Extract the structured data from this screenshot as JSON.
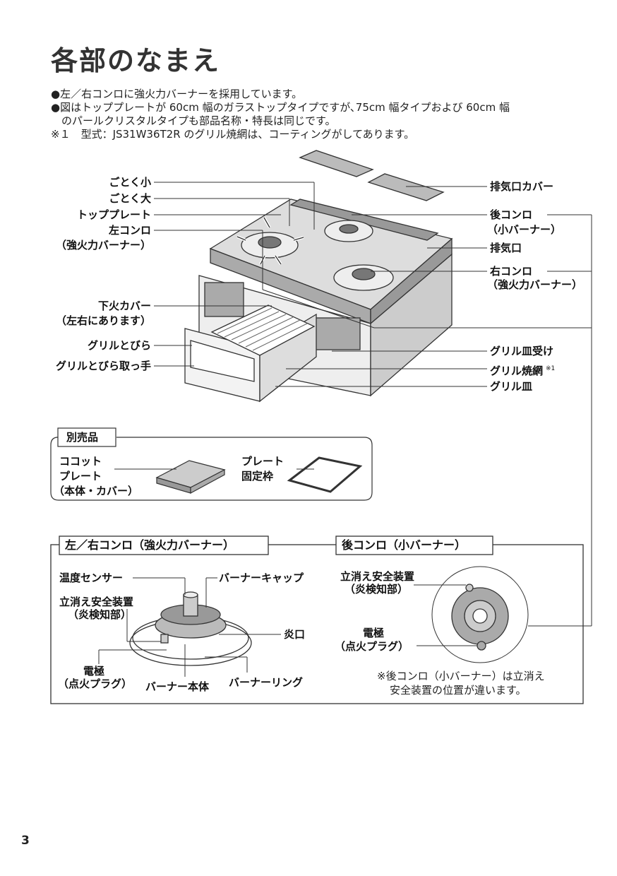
{
  "title": "各部のなまえ",
  "notes": [
    "●左／右コンロに強火力バーナーを採用しています。",
    "●図はトッププレートが 60cm 幅のガラストップタイプですが､75cm 幅タイプおよび 60cm 幅",
    "　のパールクリスタルタイプも部品名称・特長は同じです。",
    "※１　型式：JS31W36T2R のグリル焼網は、コーティングがしてあります。"
  ],
  "main_labels_left": {
    "gotoku_small": "ごとく小",
    "gotoku_large": "ごとく大",
    "top_plate": "トッププレート",
    "left_konro": "左コンロ",
    "left_konro_sub": "（強火力バーナー）",
    "shitabi_cover": "下火カバー",
    "shitabi_cover_sub": "（左右にあります）",
    "grill_door": "グリルとびら",
    "grill_handle": "グリルとびら取っ手"
  },
  "main_labels_right": {
    "exhaust_cover": "排気口カバー",
    "rear_konro": "後コンロ",
    "rear_konro_sub": "（小バーナー）",
    "exhaust": "排気口",
    "right_konro": "右コンロ",
    "right_konro_sub": "（強火力バーナー）",
    "grill_tray_holder": "グリル皿受け",
    "grill_net": "グリル焼網",
    "grill_net_mark": "※1",
    "grill_tray": "グリル皿"
  },
  "accessories": {
    "title": "別売品",
    "cocotte_1": "ココット",
    "cocotte_2": "プレート",
    "cocotte_3": "（本体・カバー）",
    "frame_1": "プレート",
    "frame_2": "固定枠"
  },
  "burner_box": {
    "title_left": "左／右コンロ（強火力バーナー）",
    "title_right": "後コンロ（小バーナー）",
    "temp_sensor": "温度センサー",
    "burner_cap": "バーナーキャップ",
    "safety_device": "立消え安全装置",
    "safety_device_sub": "（炎検知部）",
    "flame_port": "炎口",
    "electrode": "電極",
    "electrode_sub": "（点火プラグ）",
    "burner_body": "バーナー本体",
    "burner_ring": "バーナーリング",
    "r_safety_device": "立消え安全装置",
    "r_safety_device_sub": "（炎検知部）",
    "r_electrode": "電極",
    "r_electrode_sub": "（点火プラグ）",
    "r_note_1": "※後コンロ（小バーナー）は立消え",
    "r_note_2": "安全装置の位置が違います。"
  },
  "page_number": "3"
}
